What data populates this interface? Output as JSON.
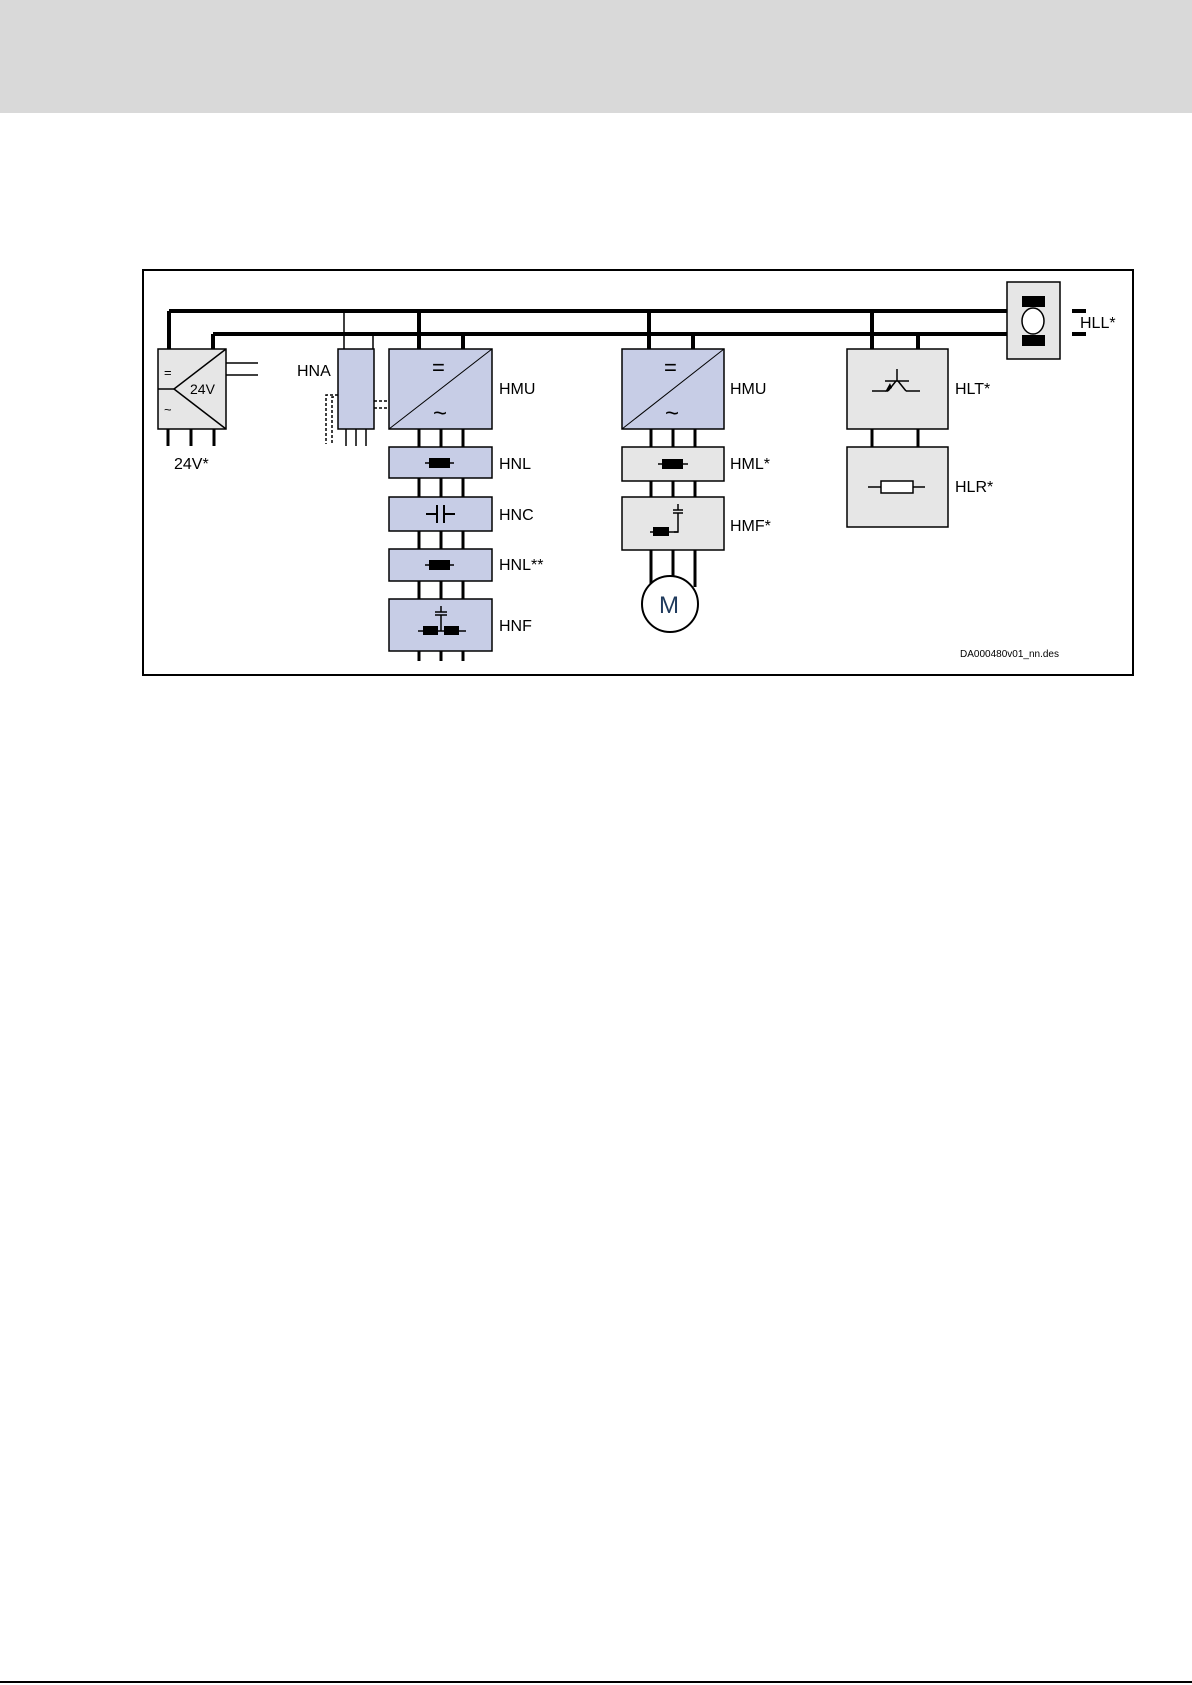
{
  "diagram": {
    "labels": {
      "hna": "HNA",
      "hmu_left": "HMU",
      "hmu_right": "HMU",
      "hnl": "HNL",
      "hnc": "HNC",
      "hnl_star": "HNL**",
      "hnf": "HNF",
      "hml": "HML*",
      "hmf": "HMF*",
      "hlt": "HLT*",
      "hlr": "HLR*",
      "hll": "HLL*",
      "supply_24v": "24V*",
      "supply_inner": "24V",
      "motor": "M",
      "doc_id": "DA000480v01_nn.des"
    },
    "symbols": {
      "dc": "=",
      "ac": "~"
    },
    "colors": {
      "blue_fill": "#c7cde6",
      "gray_fill": "#e6e6e6",
      "line": "#000000",
      "motor_text": "#1f3a5c"
    }
  }
}
